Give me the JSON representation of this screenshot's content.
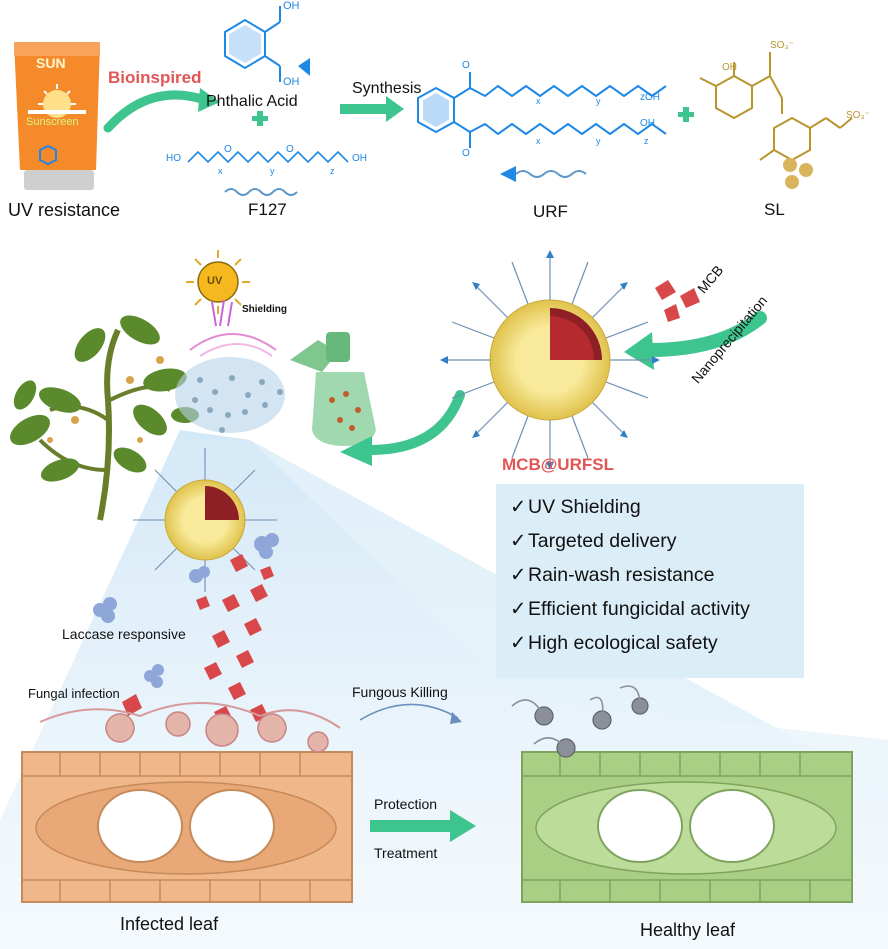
{
  "top": {
    "sun_label": "SUN",
    "sunscreen_label": "Sunscreen",
    "bioinspired_label": "Bioinspired",
    "uv_resistance_label": "UV resistance",
    "phthalic_acid_label": "Phthalic Acid",
    "synthesis_label": "Synthesis",
    "f127_label": "F127",
    "urf_label": "URF",
    "sl_label": "SL",
    "chem_ho": "HO",
    "chem_oh": "OH",
    "chem_o": "O",
    "chem_x": "x",
    "chem_y": "y",
    "chem_z": "z",
    "chem_zoh": "zOH",
    "chem_so3": "SO₃⁻",
    "chem_s": "S",
    "chem_oh_sub": "OH"
  },
  "middle": {
    "uv_badge": "UV",
    "shielding_label": "Shielding",
    "mcb_label": "MCB",
    "nanoprecipitation_label": "Nanoprecipitation",
    "product_label": "MCB@URFSL"
  },
  "benefits": {
    "check": "✓",
    "items": [
      "UV Shielding",
      "Targeted delivery",
      "Rain-wash resistance",
      "Efficient fungicidal activity",
      "High ecological safety"
    ]
  },
  "bottom": {
    "laccase_label": "Laccase responsive",
    "fungal_infection_label": "Fungal infection",
    "fungous_killing_label": "Fungous Killing",
    "protection_label": "Protection",
    "treatment_label": "Treatment",
    "infected_leaf_label": "Infected leaf",
    "healthy_leaf_label": "Healthy leaf"
  },
  "colors": {
    "arrow_green": "#3ec48e",
    "chem_blue": "#1e88e5",
    "chem_gold": "#b8962e",
    "accent_red": "#e25555",
    "sunscreen_orange": "#f58a2a",
    "infected_tissue": "#f0b88a",
    "healthy_tissue": "#a9cf84",
    "panel_blue": "#dbeef8"
  },
  "icons": {
    "sunscreen": "sunscreen-tube-icon",
    "sun": "uv-sun-icon",
    "plant": "tomato-plant-icon",
    "sprayer": "spray-bottle-icon",
    "nanoparticle": "micelle-nanoparticle-icon",
    "mcb_crystal": "mcb-crystal-icon",
    "laccase": "laccase-enzyme-icon",
    "fungus": "fungus-spore-icon"
  }
}
